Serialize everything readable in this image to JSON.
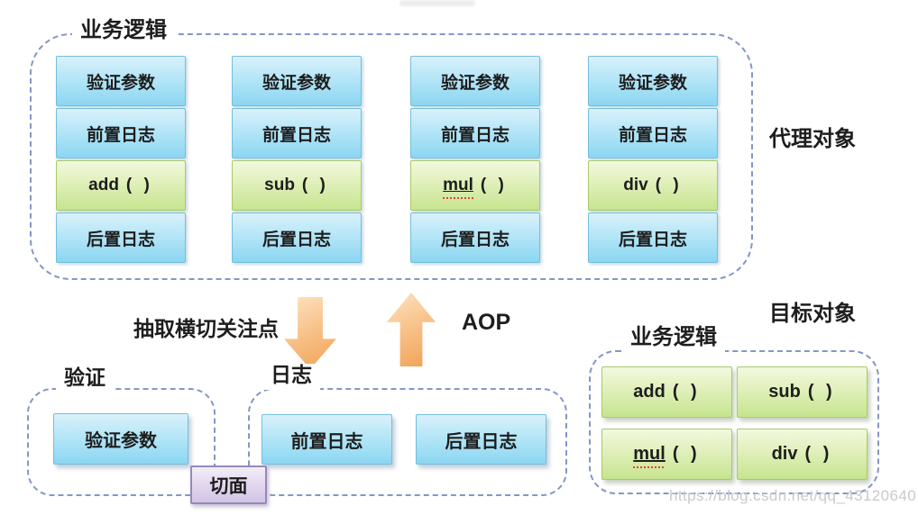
{
  "colors": {
    "blue_box_top": "#d9f1fb",
    "blue_box_bottom": "#8bd6f2",
    "green_box_top": "#f2f9de",
    "green_box_bottom": "#c6e48f",
    "purple_box": "#d2c4e5",
    "arrow_orange": "#f0a154",
    "dashed_border": "#8696c8",
    "misspell_red": "#e4452e",
    "watermark_gray": "#c9c9cf"
  },
  "proxy_section": {
    "container_label": "业务逻辑",
    "side_label": "代理对象",
    "cell_validate": "验证参数",
    "cell_pre_log": "前置日志",
    "cell_post_log": "后置日志",
    "functions": [
      "add",
      "sub",
      "mul",
      "div"
    ],
    "fn_paren": "( )"
  },
  "middle": {
    "extract_label": "抽取横切关注点",
    "aop_label": "AOP"
  },
  "aspect_section": {
    "validation_group_label": "验证",
    "validation_cell": "验证参数",
    "log_group_label": "日志",
    "log_cells": [
      "前置日志",
      "后置日志"
    ],
    "aspect_tag": "切面"
  },
  "target_section": {
    "side_label": "目标对象",
    "container_label": "业务逻辑",
    "functions": [
      "add",
      "sub",
      "mul",
      "div"
    ],
    "fn_paren": "( )"
  },
  "watermark": "https://blog.csdn.net/qq_43120640"
}
